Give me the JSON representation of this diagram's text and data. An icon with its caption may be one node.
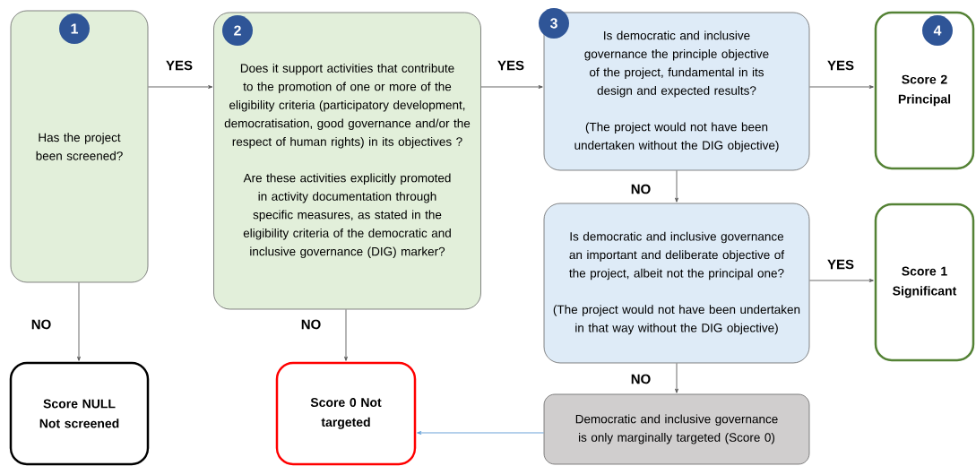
{
  "diagram": {
    "nodes": [
      {
        "text": [
          "1"
        ],
        "in": 1
      },
      {
        "text": [
          "Has the project been screened?"
        ]
      },
      {
        "text": [
          "2"
        ],
        "in": 3
      },
      {
        "text": [
          "Does it support activities that contribute to the promotion of one or more of the eligibility criteria (participatory development, democratisation, good governance and/or the respect of human rights) in its objectives ?",
          "Are these activities explicitly promoted in activity documentation through specific measures, as stated in the eligibility criteria of the democratic and inclusive governance (DIG) marker?"
        ]
      },
      {
        "text": [
          "3"
        ],
        "in": 5
      },
      {
        "text": [
          "Is democratic and inclusive governance the principle objective of the project, fundamental in its design and expected results?",
          "(The project would not have been undertaken without the DIG objective)"
        ]
      },
      {
        "text": [
          "4"
        ],
        "in": 7
      },
      {
        "text": [
          "Score 2 Principal"
        ]
      },
      {
        "text": [
          "Is democratic and inclusive governance an important and deliberate objective of the project, albeit not the principal one?",
          "(The project would not have been undertaken in that way without the DIG objective)"
        ]
      },
      {
        "text": [
          "Score 1 Significant"
        ]
      },
      {
        "text": [
          "Score NULL Not screened"
        ]
      },
      {
        "text": [
          "Score 0 Not targeted"
        ]
      },
      {
        "text": [
          "Democratic and inclusive governance is only marginally targeted (Score 0)"
        ]
      }
    ],
    "edges": [
      {
        "from": 1,
        "to": 3,
        "arrow": "to",
        "label": "YES"
      },
      {
        "from": 3,
        "to": 5,
        "arrow": "to",
        "label": "YES"
      },
      {
        "from": 5,
        "to": 7,
        "arrow": "to",
        "label": "YES"
      },
      {
        "from": 5,
        "to": 8,
        "arrow": "to",
        "label": "NO"
      },
      {
        "from": 8,
        "to": 9,
        "arrow": "to",
        "label": "YES"
      },
      {
        "from": 8,
        "to": 12,
        "arrow": "to",
        "label": "NO"
      },
      {
        "from": 1,
        "to": 10,
        "arrow": "to",
        "label": "NO"
      },
      {
        "from": 3,
        "to": 11,
        "arrow": "to",
        "label": "NO"
      },
      {
        "from": 12,
        "to": 11,
        "arrow": "to",
        "color": "#5b9bd5"
      }
    ]
  }
}
